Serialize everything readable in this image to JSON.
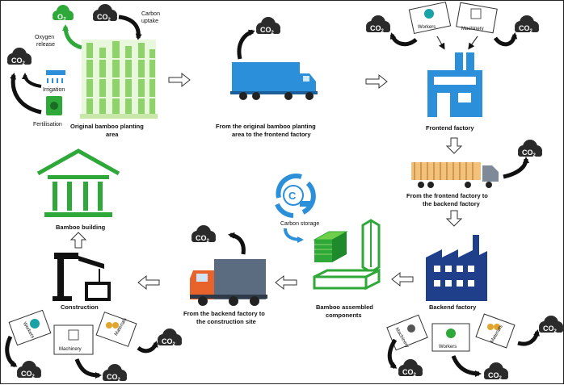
{
  "labels": {
    "co2": "CO",
    "co2_sub": "2",
    "o2": "O₂",
    "carbon_uptake_1": "Carbon",
    "carbon_uptake_2": "uptake",
    "oxygen_release_1": "Oxygen",
    "oxygen_release_2": "release",
    "irrigation": "Irrigation",
    "fertilisation": "Fertilisation",
    "original_area_1": "Original bamboo planting",
    "original_area_2": "area",
    "transport1_1": "From the original bamboo planting",
    "transport1_2": "area to the frontend factory",
    "workers": "Workers",
    "machinery": "Machinery",
    "materials": "Materials",
    "frontend_factory": "Frontend factory",
    "transport2_1": "From the frontend factory to",
    "transport2_2": "the backend factory",
    "backend_factory": "Backend factory",
    "components_1": "Bamboo assembled",
    "components_2": "components",
    "carbon_storage": "Carbon storage",
    "carbon_c": "C",
    "transport3_1": "From the backend factory to",
    "transport3_2": "the construction site",
    "construction": "Construction",
    "building": "Bamboo building"
  },
  "colors": {
    "green": "#2fa83a",
    "light_green": "#8ed36a",
    "blue": "#2b8fd9",
    "dark_blue": "#1f3f8a",
    "cloud": "#2b2b2b",
    "orange_truck": "#e8632b"
  }
}
